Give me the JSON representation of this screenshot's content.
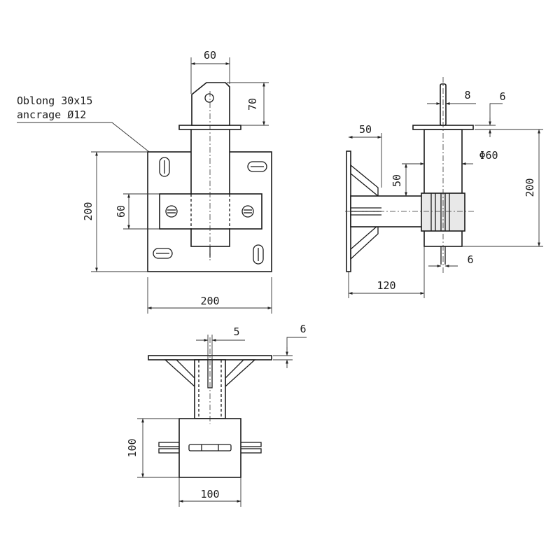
{
  "note": {
    "line1": "Oblong 30x15",
    "line2": "ancrage Ø12"
  },
  "front_view": {
    "dim_top_width": "60",
    "dim_lug_height": "70",
    "dim_plate_height": "200",
    "dim_bar_height": "60",
    "dim_plate_width": "200"
  },
  "side_view": {
    "dim_lug_thickness": "8",
    "dim_flange_thickness": "6",
    "dim_offset": "50",
    "dim_diameter": "Φ60",
    "dim_gusset_height": "50",
    "dim_total_height": "200",
    "dim_bottom_thickness": "6",
    "dim_projection": "120"
  },
  "bottom_view": {
    "dim_slot_width": "5",
    "dim_flange_thickness": "6",
    "dim_block_height": "100",
    "dim_block_width": "100"
  }
}
